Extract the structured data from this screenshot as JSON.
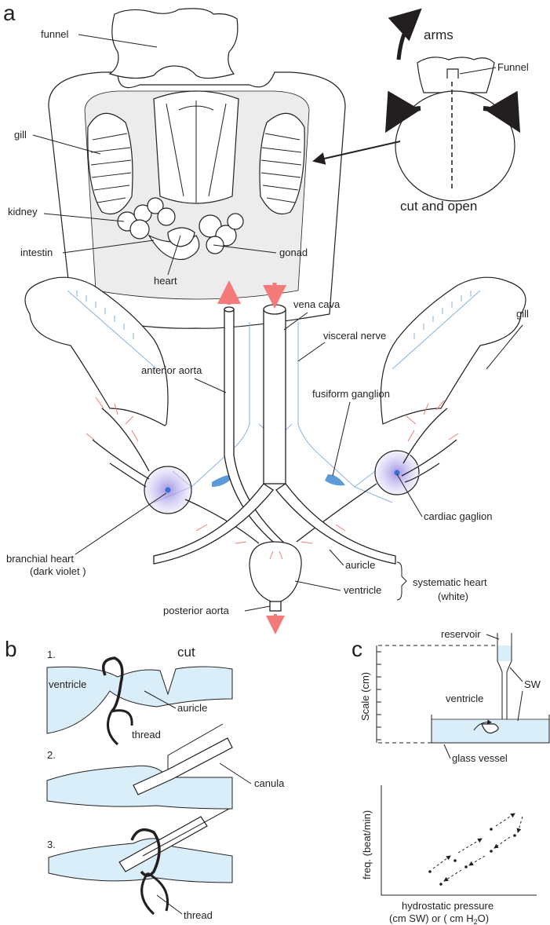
{
  "panels": {
    "a": "a",
    "b": "b",
    "c": "c"
  },
  "panel_a_top": {
    "labels": {
      "funnel": "funnel",
      "gill": "gill",
      "kidney": "kidney",
      "intestin": "intestin",
      "heart": "heart",
      "gonad": "gonad"
    },
    "inset": {
      "arms": "arms",
      "funnel": "Funnel",
      "cut_and_open": "cut and open"
    }
  },
  "panel_a_heart": {
    "labels": {
      "vena_cava": "vena cava",
      "gill": "gill",
      "visceral_nerve": "visceral nerve",
      "anterior_aorta": "anterior aorta",
      "fusiform_ganglion": "fusiform ganglion",
      "cardiac_gaglion": "cardiac gaglion",
      "branchial_heart": "branchial heart",
      "branchial_heart_note": "(dark violet )",
      "auricle": "auricle",
      "ventricle": "ventricle",
      "systematic_heart": "systematic heart",
      "systematic_heart_note": "(white)",
      "posterior_aorta": "posterior aorta"
    },
    "colors": {
      "flow_arrow": "#f47a7a",
      "nerve": "#8fb8e0",
      "branchial_heart": "#9b8fe0"
    }
  },
  "panel_b": {
    "steps": [
      {
        "number": "1.",
        "labels": {
          "cut": "cut",
          "ventricle": "ventricle",
          "auricle": "auricle",
          "thread": "thread"
        }
      },
      {
        "number": "2.",
        "labels": {
          "canula": "canula"
        }
      },
      {
        "number": "3.",
        "labels": {
          "thread": "thread"
        }
      }
    ],
    "colors": {
      "tissue": "#d9eef8"
    }
  },
  "panel_c": {
    "apparatus": {
      "reservoir": "reservoir",
      "sw": "SW",
      "ventricle": "ventricle",
      "glass_vessel": "glass vessel",
      "scale_axis": "Scale (cm)"
    },
    "graph": {
      "ylabel": "freq. (beat/min)",
      "xlabel_line1": "hydrostatic pressure",
      "xlabel_line2_a": "(cm SW) or ( cm H",
      "xlabel_line2_sub": "2",
      "xlabel_line2_b": "O)"
    }
  }
}
